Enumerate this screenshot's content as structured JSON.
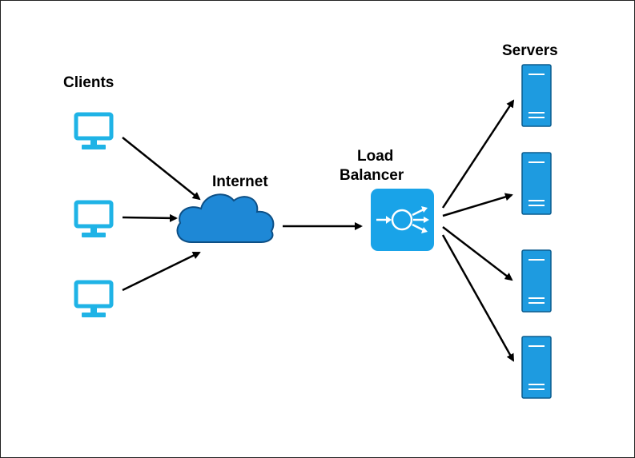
{
  "labels": {
    "clients": "Clients",
    "internet": "Internet",
    "load_balancer_line1": "Load",
    "load_balancer_line2": "Balancer",
    "servers": "Servers"
  },
  "nodes": {
    "clients": [
      {
        "icon": "monitor-icon"
      },
      {
        "icon": "monitor-icon"
      },
      {
        "icon": "monitor-icon"
      }
    ],
    "internet": {
      "icon": "cloud-icon"
    },
    "load_balancer": {
      "icon": "load-balancer-icon"
    },
    "servers": [
      {
        "icon": "server-icon"
      },
      {
        "icon": "server-icon"
      },
      {
        "icon": "server-icon"
      },
      {
        "icon": "server-icon"
      }
    ]
  },
  "colors": {
    "monitor": "#1fb3e6",
    "cloud_fill": "#1e88d6",
    "cloud_stroke": "#0d4f85",
    "load_balancer": "#19a3e8",
    "server_fill": "#1e9be0",
    "server_stroke": "#0b5c8e",
    "arrow": "#000000"
  }
}
